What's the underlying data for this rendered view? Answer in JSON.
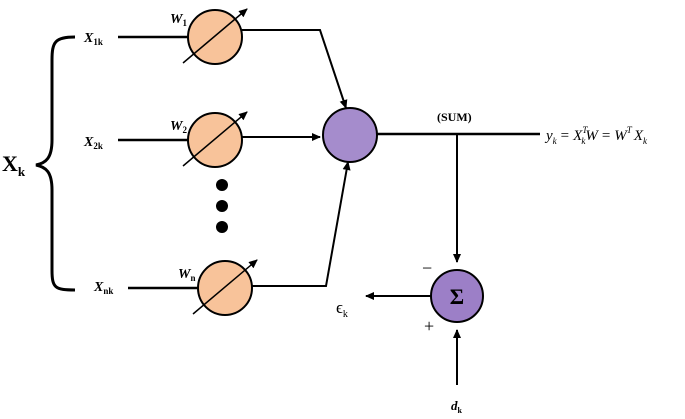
{
  "diagram": {
    "input_group_label": "X",
    "input_group_sub": "k",
    "inputs": [
      {
        "label": "X",
        "sub": "1k"
      },
      {
        "label": "X",
        "sub": "2k"
      },
      {
        "label": "X",
        "sub": "nk"
      }
    ],
    "weights": [
      {
        "label": "W",
        "sub": "1"
      },
      {
        "label": "W",
        "sub": "2"
      },
      {
        "label": "W",
        "sub": "n"
      }
    ],
    "sum_label": "(SUM)",
    "output": {
      "y": "y",
      "y_sub": "k",
      "eq1": "=",
      "x": "X",
      "x_sub": "k",
      "x_sup": "T",
      "w": "W",
      "eq2": "=",
      "w2": "W",
      "w2_sup": "T",
      "x2": "X",
      "x2_sub": "k"
    },
    "sigma_symbol": "Σ",
    "minus_sign": "−",
    "plus_sign": "+",
    "error_label": "ϵ",
    "error_sub": "k",
    "desired_label": "d",
    "desired_sub": "k",
    "colors": {
      "weight_fill": "#f8c39a",
      "sum_fill": "#a58ccc",
      "sigma_fill": "#9c7fc7",
      "stroke": "#000000"
    }
  }
}
